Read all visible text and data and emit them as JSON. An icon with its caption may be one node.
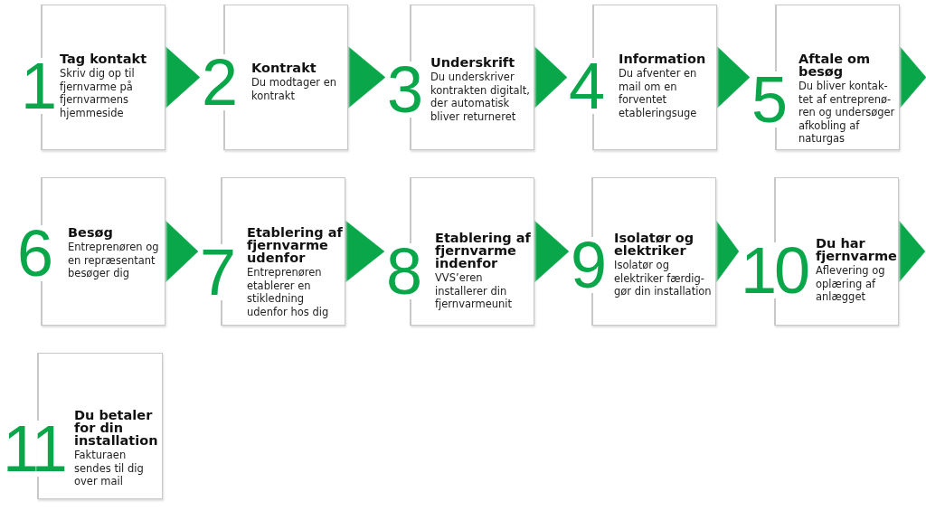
{
  "diagram": {
    "nodes": [
      {
        "text": [
          "1",
          "Tag kontakt",
          "Skriv dig op til fjernvarme på fjernvarmens hjemmeside"
        ]
      },
      {
        "text": [
          "2",
          "Kontrakt",
          "Du modtager en kontrakt"
        ]
      },
      {
        "text": [
          "3",
          "Underskrift",
          "Du underskriver kontrakten digitalt, der automatisk bliver returneret"
        ]
      },
      {
        "text": [
          "4",
          "Information",
          "Du afventer en mail om en forventet etableringsuge"
        ]
      },
      {
        "text": [
          "5",
          "Aftale om besøg",
          "Du bliver kontak-tet af entreprenø-ren og undersøger afkobling af naturgas"
        ]
      },
      {
        "text": [
          "6",
          "Besøg",
          "Entreprenøren og en repræsentant besøger dig"
        ]
      },
      {
        "text": [
          "7",
          "Etablering af fjernvarme udenfor",
          "Entreprenøren etablerer en stikledning udenfor hos dig"
        ]
      },
      {
        "text": [
          "8",
          "Etablering af fjernvarme indenfor",
          "VVS’eren installerer din fjernvarmeunit"
        ]
      },
      {
        "text": [
          "9",
          "Isolatør og elektriker",
          "Isolatør og elektriker færdig-gør din installation"
        ]
      },
      {
        "text": [
          "10",
          "Du har fjernvarme",
          "Aflevering og oplæring af anlægget"
        ]
      },
      {
        "text": [
          "11",
          "Du betaler for din installation",
          "Fakturaen sendes til dig over mail"
        ]
      }
    ],
    "edges": [
      {
        "from": 0,
        "to": 1,
        "arrow": "to"
      },
      {
        "from": 1,
        "to": 2,
        "arrow": "to"
      },
      {
        "from": 2,
        "to": 3,
        "arrow": "to"
      },
      {
        "from": 3,
        "to": 4,
        "arrow": "to"
      },
      {
        "from": 4,
        "to": null,
        "arrow": "to"
      },
      {
        "from": 5,
        "to": 6,
        "arrow": "to"
      },
      {
        "from": 6,
        "to": 7,
        "arrow": "to"
      },
      {
        "from": 7,
        "to": 8,
        "arrow": "to"
      },
      {
        "from": 8,
        "to": 9,
        "arrow": "to"
      },
      {
        "from": 9,
        "to": null,
        "arrow": "to"
      }
    ]
  }
}
